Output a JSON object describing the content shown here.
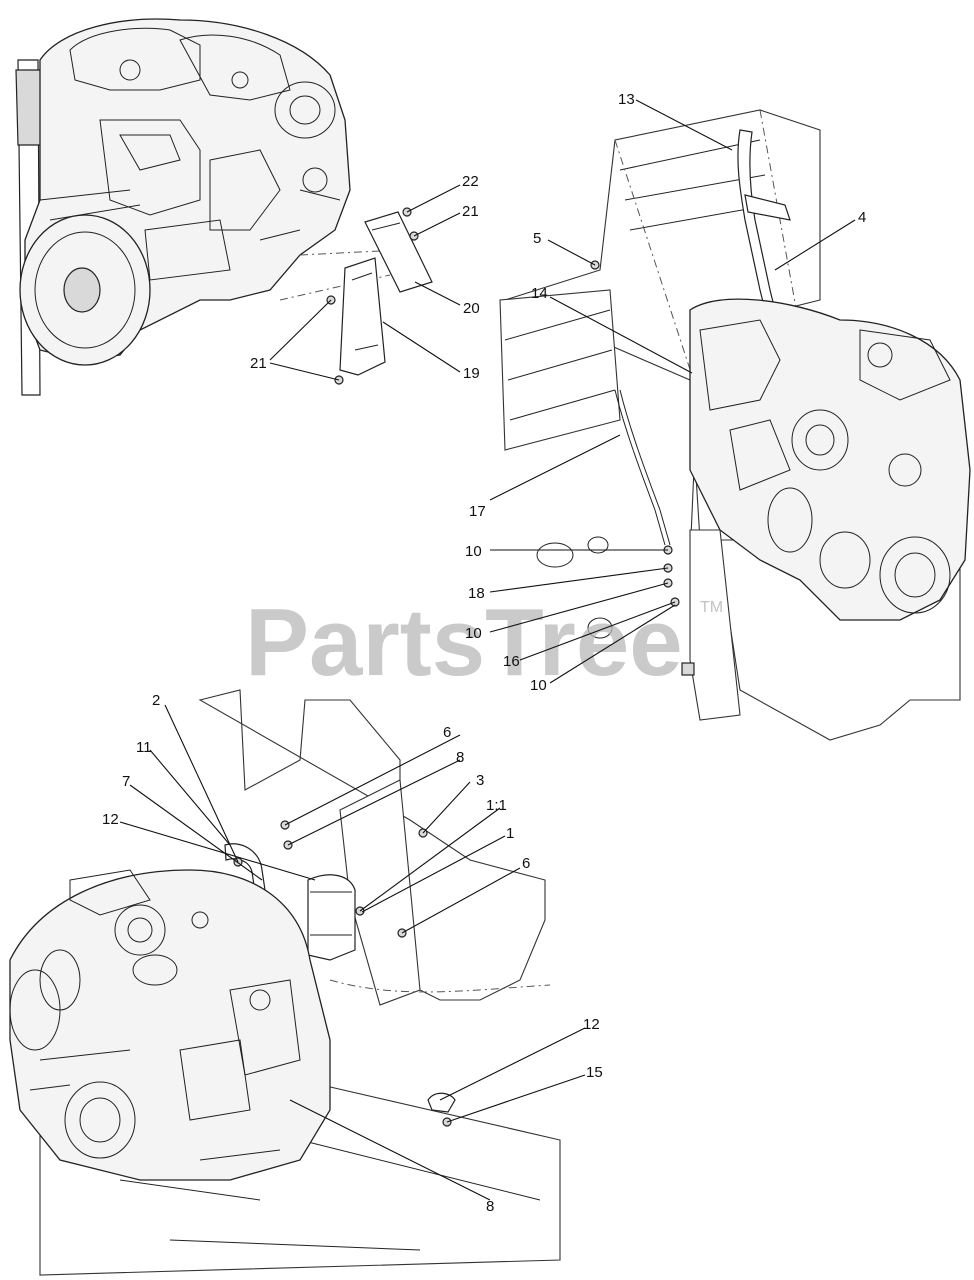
{
  "diagram": {
    "watermark": {
      "text": "PartsTree",
      "trademark": "TM"
    },
    "callouts": {
      "c13": "13",
      "c22": "22",
      "c21a": "21",
      "c5": "5",
      "c4": "4",
      "c14": "14",
      "c20": "20",
      "c21b": "21",
      "c19": "19",
      "c17": "17",
      "c10a": "10",
      "c18": "18",
      "c10b": "10",
      "c16": "16",
      "c10c": "10",
      "c2": "2",
      "c6a": "6",
      "c11": "11",
      "c8a": "8",
      "c3": "3",
      "c7": "7",
      "c11b": "1:1",
      "c12a": "12",
      "c1": "1",
      "c6b": "6",
      "c12b": "12",
      "c15": "15",
      "c8b": "8"
    }
  }
}
